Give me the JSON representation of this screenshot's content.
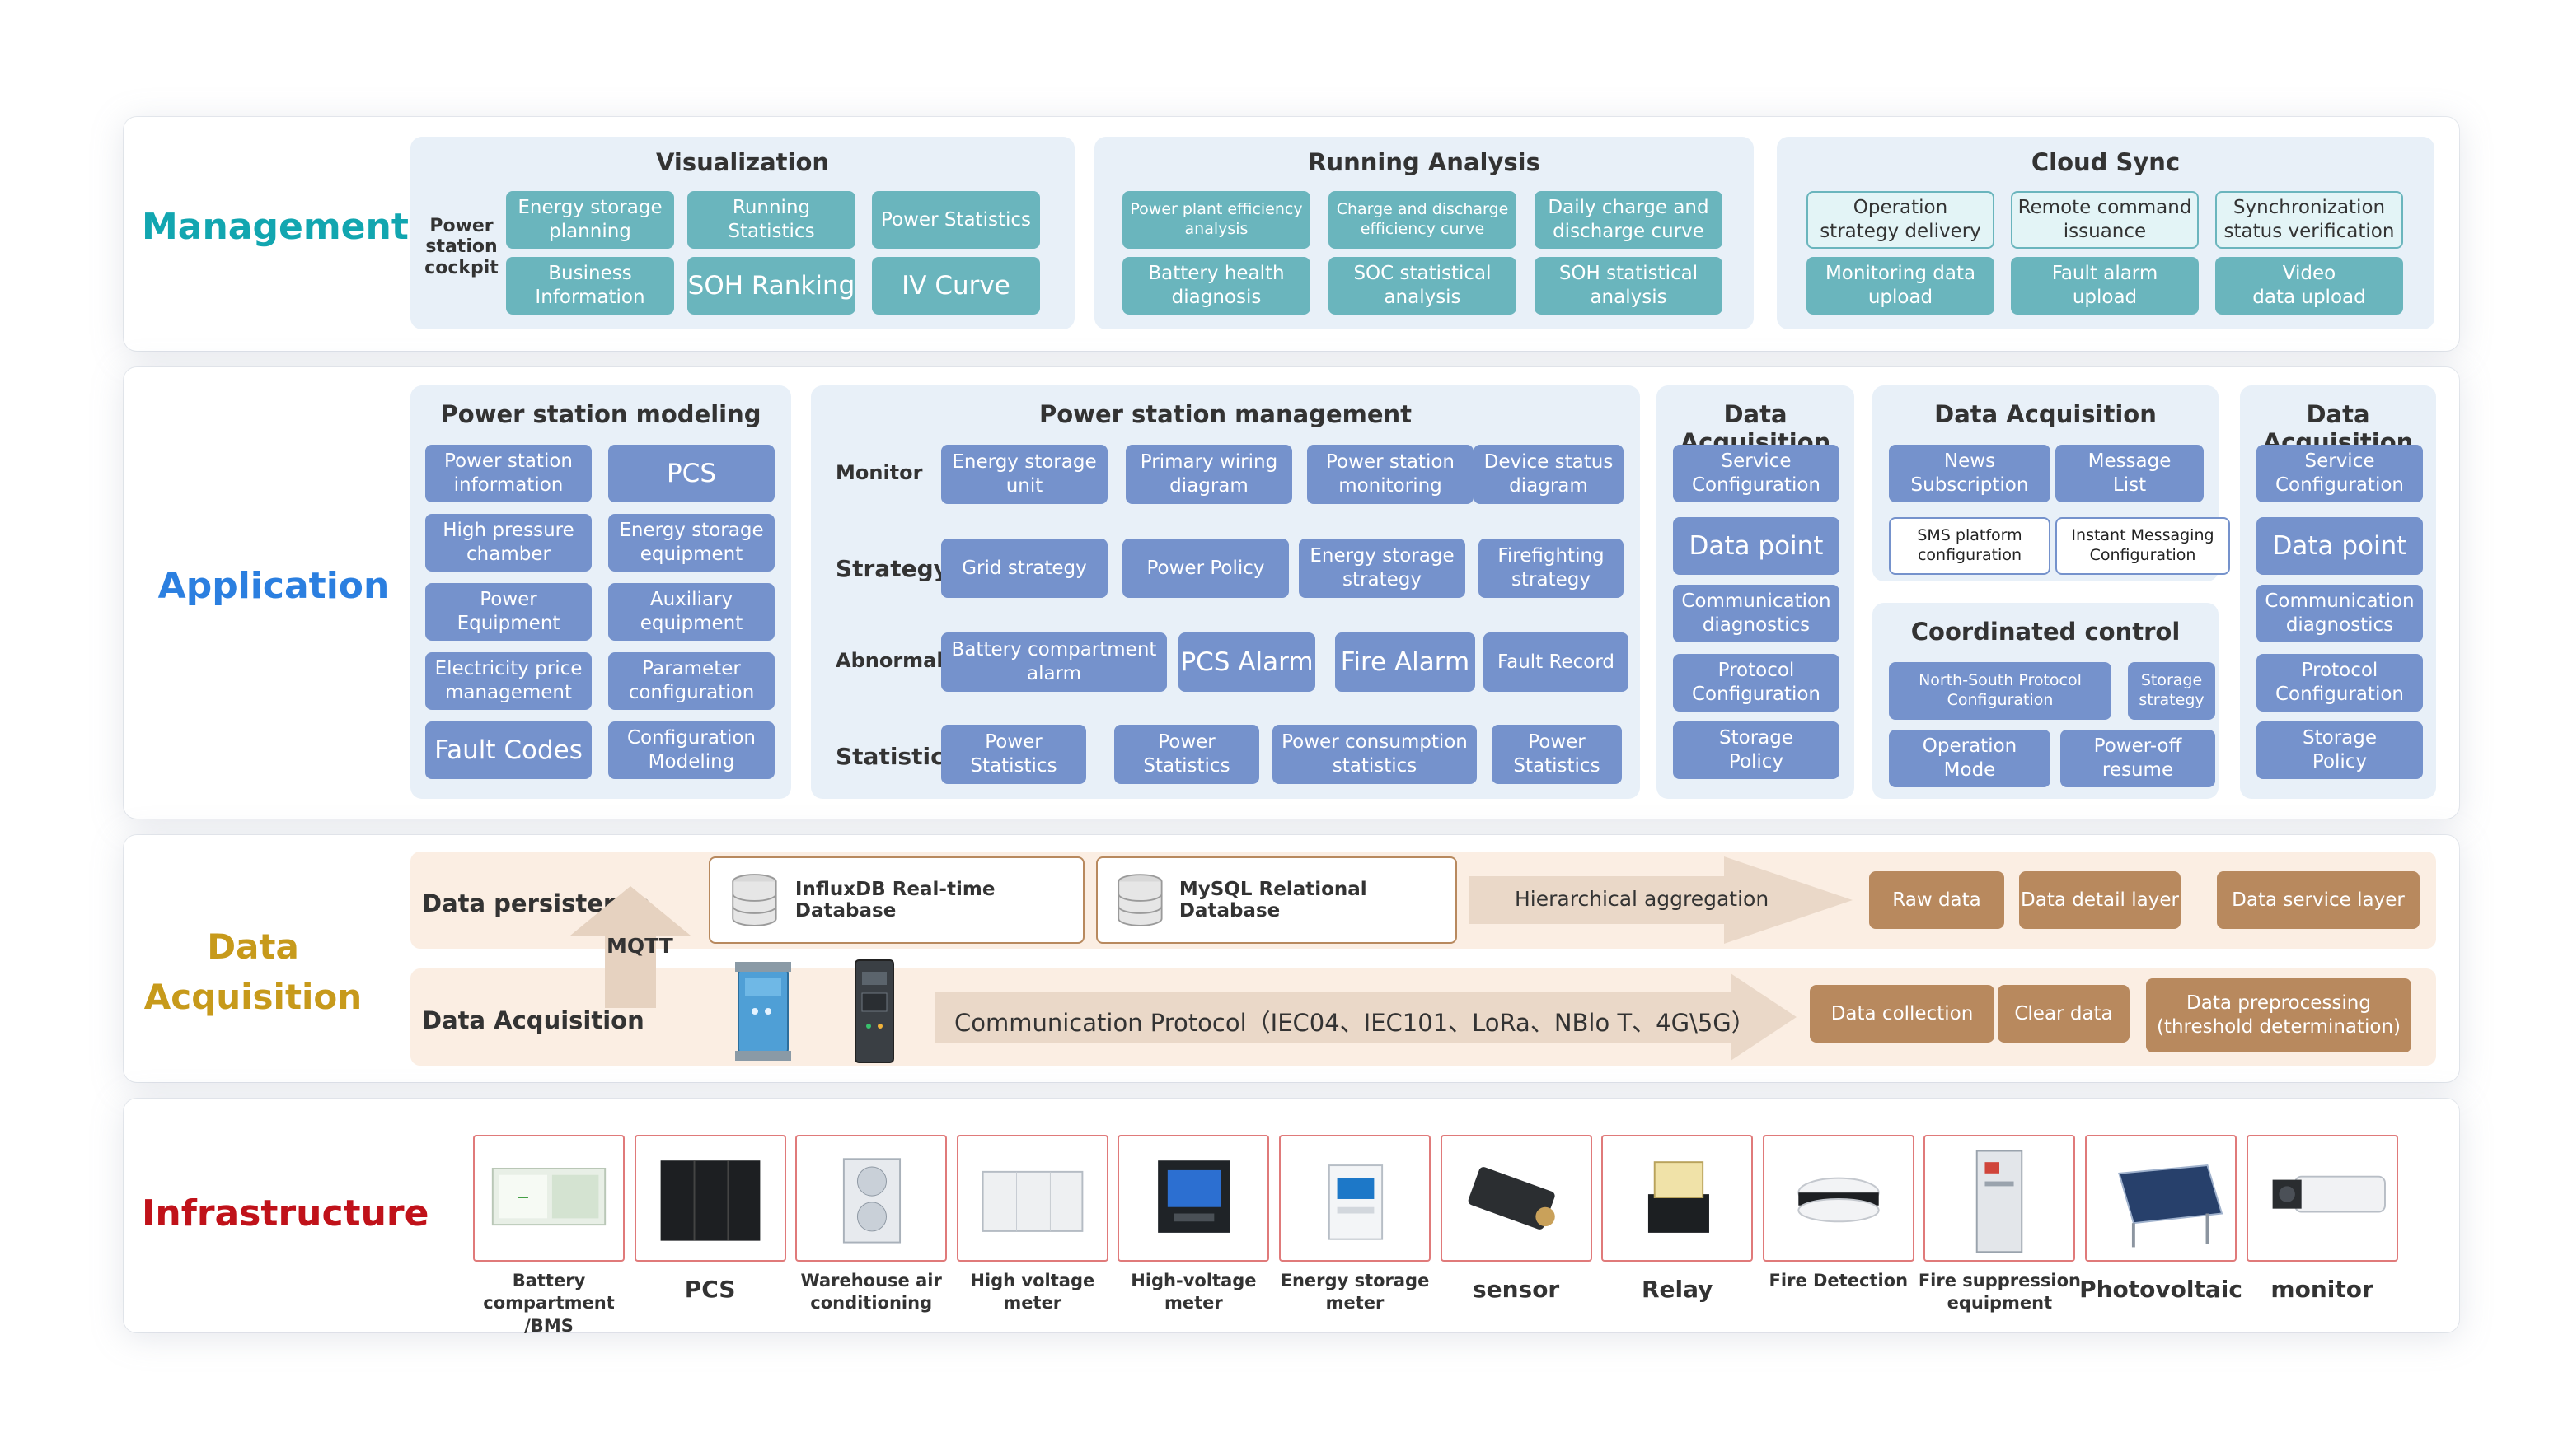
{
  "layers": {
    "management": "Management",
    "application": "Application",
    "data_acquisition": "Data\nAcquisition",
    "infrastructure": "Infrastructure"
  },
  "colors": {
    "management": "#12a6b0",
    "application": "#2b7fe0",
    "data_acquisition": "#c79a1b",
    "infrastructure": "#c0121a",
    "teal_chip": "#6ab5bd",
    "blue_chip": "#7592cc",
    "brown_chip": "#b8895e"
  },
  "management": {
    "cockpit_label": "Power\nstation\ncockpit",
    "visualization": {
      "title": "Visualization",
      "items": [
        "Energy storage\nplanning",
        "Running Statistics",
        "Power Statistics",
        "Business\nInformation",
        "SOH Ranking",
        "IV Curve"
      ]
    },
    "running_analysis": {
      "title": "Running Analysis",
      "items": [
        "Power plant efficiency\nanalysis",
        "Charge and discharge\nefficiency curve",
        "Daily charge and\ndischarge curve",
        "Battery health\ndiagnosis",
        "SOC statistical\nanalysis",
        "SOH statistical\nanalysis"
      ]
    },
    "cloud_sync": {
      "title": "Cloud Sync",
      "items": [
        "Operation\nstrategy delivery",
        "Remote command\nissuance",
        "Synchronization\nstatus verification",
        "Monitoring data\nupload",
        "Fault alarm\nupload",
        "Video\ndata upload"
      ]
    }
  },
  "application": {
    "modeling": {
      "title": "Power station modeling",
      "items": [
        "Power station\ninformation",
        "PCS",
        "High pressure\nchamber",
        "Energy storage\nequipment",
        "Power\nEquipment",
        "Auxiliary\nequipment",
        "Electricity price\nmanagement",
        "Parameter\nconfiguration",
        "Fault Codes",
        "Configuration\nModeling"
      ]
    },
    "management": {
      "title": "Power station management",
      "rows": [
        "Monitor",
        "Strategy",
        "Abnormal",
        "Statistics"
      ],
      "monitor": [
        "Energy storage\nunit",
        "Primary wiring\ndiagram",
        "Power station\nmonitoring",
        "Device status\ndiagram"
      ],
      "strategy": [
        "Grid strategy",
        "Power Policy",
        "Energy storage\nstrategy",
        "Firefighting\nstrategy"
      ],
      "abnormal": [
        "Battery compartment\nalarm",
        "PCS Alarm",
        "Fire Alarm",
        "Fault Record"
      ],
      "statistics": [
        "Power\nStatistics",
        "Power\nStatistics",
        "Power consumption\nstatistics",
        "Power\nStatistics"
      ]
    },
    "acq_left": {
      "title": "Data Acquisition",
      "items": [
        "Service\nConfiguration",
        "Data point",
        "Communication\ndiagnostics",
        "Protocol\nConfiguration",
        "Storage\nPolicy"
      ]
    },
    "acq_mid": {
      "title": "Data Acquisition",
      "items": [
        "News\nSubscription",
        "Message\nList",
        "SMS platform\nconfiguration",
        "Instant Messaging\nConfiguration"
      ]
    },
    "coordinated": {
      "title": "Coordinated control",
      "items": [
        "North-South Protocol\nConfiguration",
        "Storage\nstrategy",
        "Operation\nMode",
        "Power-off\nresume"
      ]
    },
    "acq_right": {
      "title": "Data Acquisition",
      "items": [
        "Service\nConfiguration",
        "Data point",
        "Communication\ndiagnostics",
        "Protocol\nConfiguration",
        "Storage\nPolicy"
      ]
    }
  },
  "data_acq": {
    "persistence_label": "Data persistence",
    "acquisition_label": "Data Acquisition",
    "mqtt": "MQTT",
    "influx": "InfluxDB Real-time Database",
    "mysql": "MySQL Relational Database",
    "aggregation": "Hierarchical aggregation",
    "layers": [
      "Raw data",
      "Data detail layer",
      "Data service layer"
    ],
    "protocol": "Communication Protocol（IEC04、IEC101、LoRa、NBlo T、4G\\5G）",
    "steps": [
      "Data collection",
      "Clear data",
      "Data preprocessing\n(threshold determination)"
    ]
  },
  "infrastructure": {
    "devices": [
      {
        "label": "Battery compartment\n/BMS",
        "icon": "battery-compartment-icon",
        "small": true
      },
      {
        "label": "PCS",
        "icon": "pcs-cabinet-icon",
        "small": false
      },
      {
        "label": "Warehouse air\nconditioning",
        "icon": "air-conditioner-icon",
        "small": true
      },
      {
        "label": "High voltage\nmeter",
        "icon": "hv-cabinet-icon",
        "small": true
      },
      {
        "label": "High-voltage\nmeter",
        "icon": "panel-meter-icon",
        "small": true
      },
      {
        "label": "Energy storage\nmeter",
        "icon": "din-meter-icon",
        "small": true
      },
      {
        "label": "sensor",
        "icon": "sensor-icon",
        "small": false
      },
      {
        "label": "Relay",
        "icon": "relay-icon",
        "small": false
      },
      {
        "label": "Fire Detection",
        "icon": "smoke-detector-icon",
        "small": true
      },
      {
        "label": "Fire suppression\nequipment",
        "icon": "fire-suppression-icon",
        "small": true
      },
      {
        "label": "Photovoltaic",
        "icon": "solar-panel-icon",
        "small": false
      },
      {
        "label": "monitor",
        "icon": "camera-icon",
        "small": false
      }
    ]
  }
}
